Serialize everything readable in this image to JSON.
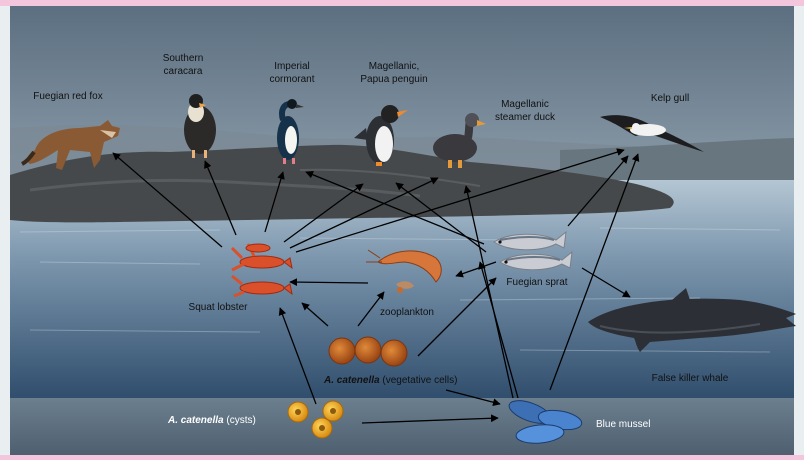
{
  "labels": {
    "fuegian_red_fox": "Fuegian red fox",
    "southern_caracara": "Southern\ncaracara",
    "imperial_cormorant": "Imperial\ncormorant",
    "magellanic_papua_penguin": "Magellanic,\nPapua penguin",
    "magellanic_steamer_duck": "Magellanic\nsteamer duck",
    "kelp_gull": "Kelp gull",
    "squat_lobster": "Squat lobster",
    "zooplankton": "zooplankton",
    "fuegian_sprat": "Fuegian sprat",
    "false_killer_whale": "False killer whale",
    "catenella_vegetative_genus": "A. catenella",
    "catenella_vegetative_suffix": "(vegetative cells)",
    "catenella_cysts_genus": "A. catenella",
    "catenella_cysts_suffix": "(cysts)",
    "blue_mussel": "Blue mussel"
  },
  "colors": {
    "banner": "#f3c6dd",
    "sky_top": "#5f7384",
    "sky_bottom": "#b9c6cf",
    "rock": "#4a4d4f",
    "sea_top": "#9fb6c8",
    "sea_bottom": "#2d4c6d",
    "seabed": "#6b7d8b",
    "arrow": "#000000"
  }
}
